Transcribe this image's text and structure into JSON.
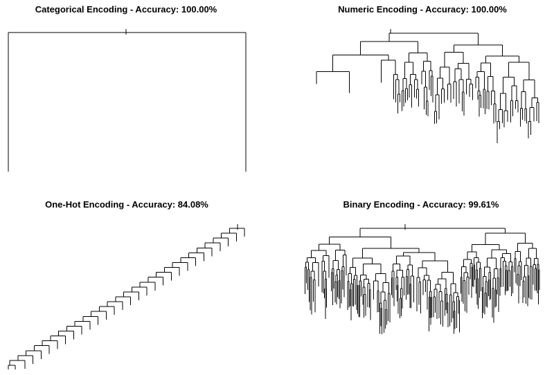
{
  "panels": [
    {
      "title": "Categorical Encoding - Accuracy: 100.00%",
      "encoding": "Categorical",
      "accuracy": 100.0,
      "tree_shape": "single-split"
    },
    {
      "title": "Numeric Encoding - Accuracy: 100.00%",
      "encoding": "Numeric",
      "accuracy": 100.0,
      "tree_shape": "bushy-deep"
    },
    {
      "title": "One-Hot Encoding - Accuracy: 84.08%",
      "encoding": "One-Hot",
      "accuracy": 84.08,
      "tree_shape": "caterpillar"
    },
    {
      "title": "Binary Encoding - Accuracy: 99.61%",
      "encoding": "Binary",
      "accuracy": 99.61,
      "tree_shape": "wide-balanced"
    }
  ],
  "colors": {
    "line": "#000000",
    "background": "#ffffff"
  }
}
